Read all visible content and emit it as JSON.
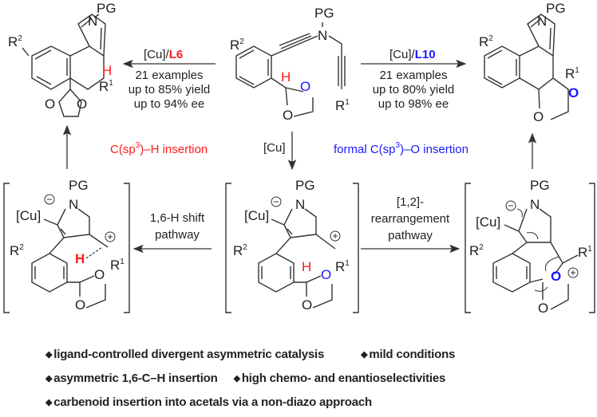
{
  "scheme": {
    "substrate": {
      "pg": "PG",
      "n": "N",
      "r1": "R",
      "r1_sup": "1",
      "r2": "R",
      "r2_sup": "2",
      "h": "H",
      "o1": "O",
      "o2": "O"
    },
    "left_arrow": {
      "catalyst": "[Cu]/",
      "ligand": "L6",
      "examples": "21 examples",
      "yield": "up to 85% yield",
      "ee": "up to 94% ee"
    },
    "right_arrow": {
      "catalyst": "[Cu]/",
      "ligand": "L10",
      "examples": "21 examples",
      "yield": "up to 80% yield",
      "ee": "up to 98% ee"
    },
    "down_arrow": {
      "label": "[Cu]"
    },
    "left_mode": {
      "text_a": "C(sp",
      "sup": "3",
      "text_b": ")–H insertion",
      "color": "#ff1a1a"
    },
    "right_mode": {
      "text_a": "formal C(sp",
      "sup": "3",
      "text_b": ")–O insertion",
      "color": "#1a1aff"
    },
    "left_pathway": {
      "line1": "1,6-H shift",
      "line2": "pathway"
    },
    "right_pathway": {
      "line1": "[1,2]-",
      "line2": "rearrangement",
      "line3": "pathway"
    },
    "atoms": {
      "pg": "PG",
      "n": "N",
      "h": "H",
      "o": "O",
      "r": "R",
      "sup1": "1",
      "sup2": "2",
      "cu": "[Cu]",
      "minus": "−",
      "plus": "+"
    }
  },
  "bullets": [
    [
      "ligand-controlled divergent asymmetric catalysis",
      "mild conditions"
    ],
    [
      "asymmetric 1,6-C–H insertion",
      "high chemo- and enantioselectivities"
    ],
    [
      "carbenoid insertion into acetals via a non-diazo approach"
    ]
  ],
  "colors": {
    "red": "#ff1a1a",
    "blue": "#1a1aff",
    "ink": "#222222"
  }
}
